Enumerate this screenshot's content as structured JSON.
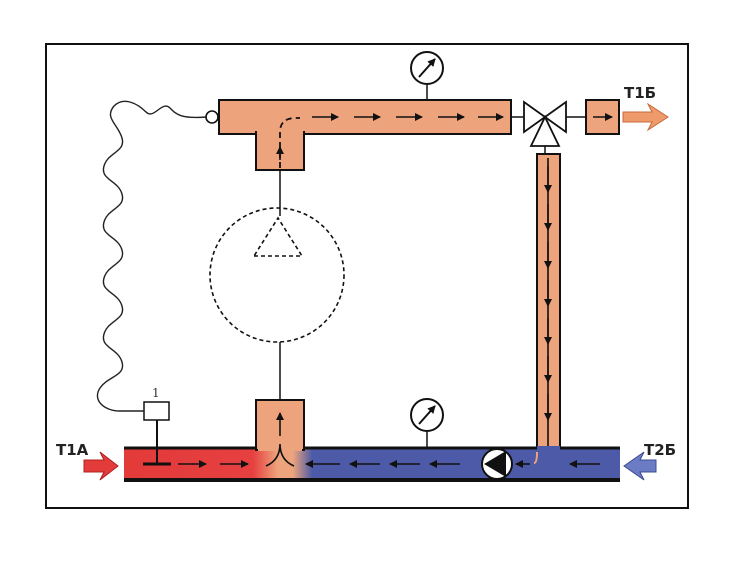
{
  "labels": {
    "inlet_hot": "Т1А",
    "outlet_hot": "Т1Б",
    "inlet_return": "Т2Б",
    "sensor_number": "1"
  },
  "icons": {
    "pressure_gauge": "pressure-gauge-icon",
    "pump": "circulation-pump-icon",
    "valve": "three-way-valve-icon",
    "expansion_vessel": "expansion-vessel-icon"
  },
  "colors": {
    "hot_water": "#e33a3a",
    "warm_water": "#eda47c",
    "return_water": "#4c5aa8",
    "outlet_arrow": "#ef9a6a",
    "return_arrow": "#6c7cc4",
    "pipe_wall": "#1a1a1a"
  }
}
